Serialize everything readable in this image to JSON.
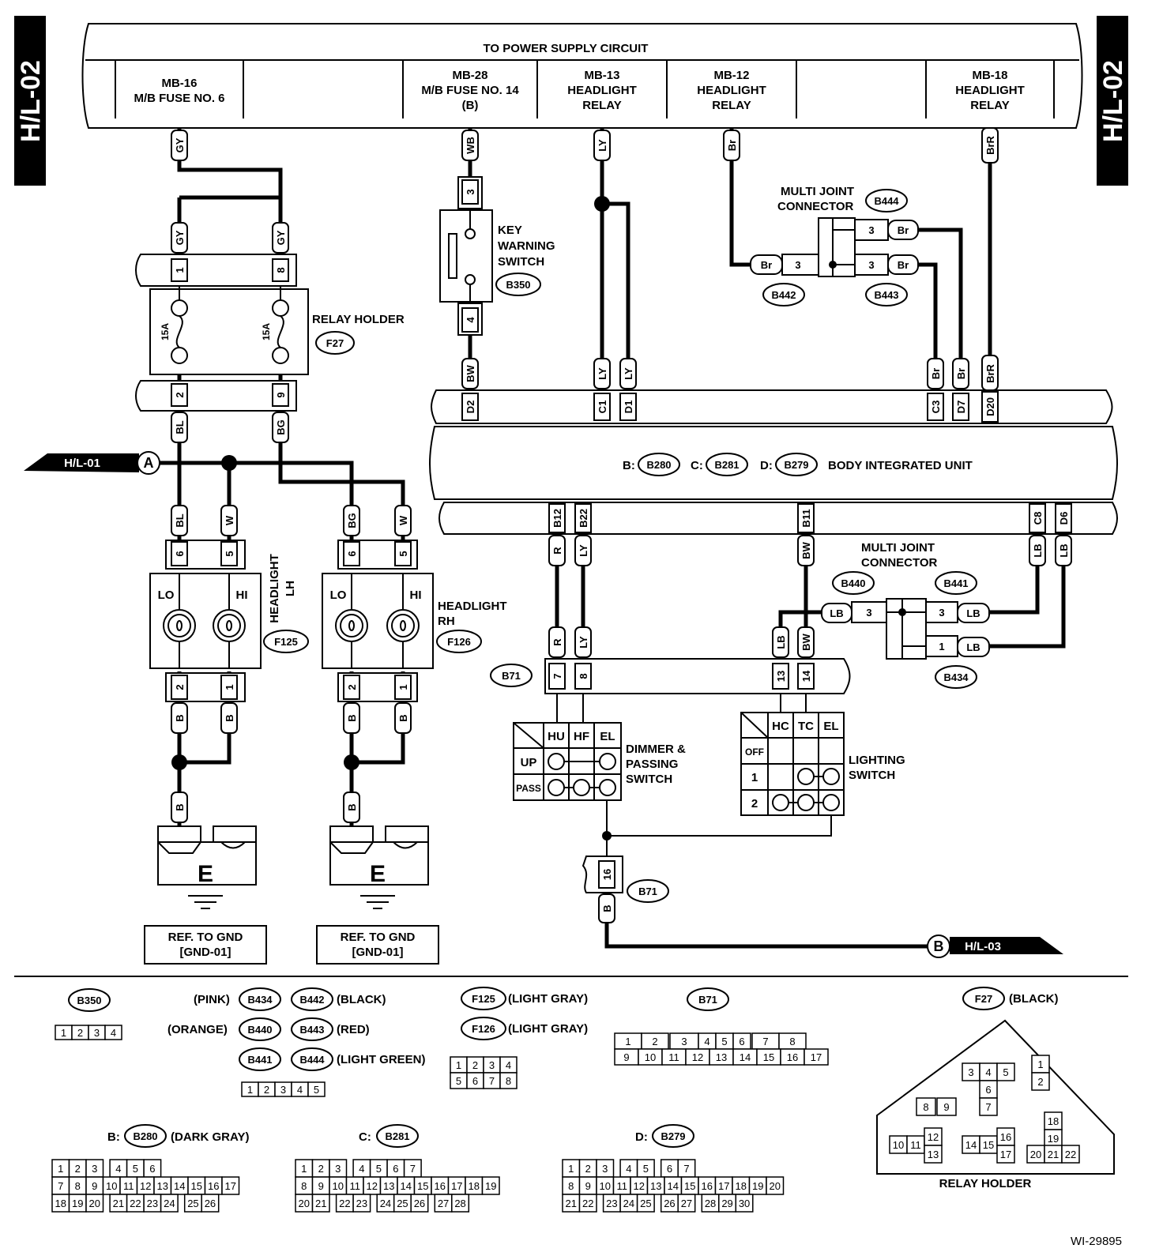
{
  "side_tabs": {
    "left": "H/L-02",
    "right": "H/L-02"
  },
  "power_supply": {
    "title": "TO POWER SUPPLY CIRCUIT",
    "fuses": [
      {
        "id": "MB-16",
        "desc1": "M/B FUSE NO. 6",
        "desc2": "",
        "desc3": ""
      },
      {
        "id": "MB-28",
        "desc1": "M/B FUSE NO. 14",
        "desc2": "(B)",
        "desc3": ""
      },
      {
        "id": "MB-13",
        "desc1": "HEADLIGHT",
        "desc2": "RELAY",
        "desc3": ""
      },
      {
        "id": "MB-12",
        "desc1": "HEADLIGHT",
        "desc2": "RELAY",
        "desc3": ""
      },
      {
        "id": "MB-18",
        "desc1": "HEADLIGHT",
        "desc2": "RELAY",
        "desc3": ""
      }
    ]
  },
  "wires": {
    "gy": "GY",
    "wb": "WB",
    "ly": "LY",
    "br": "Br",
    "brr": "BrR",
    "bw": "BW",
    "bl": "BL",
    "bg": "BG",
    "w": "W",
    "b": "B",
    "r": "R",
    "lb": "LB"
  },
  "pins": {
    "p1": "1",
    "p2": "2",
    "p3": "3",
    "p4": "4",
    "p5": "5",
    "p6": "6",
    "p7": "7",
    "p8": "8",
    "p9": "9",
    "p13": "13",
    "p14": "14",
    "p16": "16",
    "d2": "D2",
    "c1": "C1",
    "d1": "D1",
    "c3": "C3",
    "d7": "D7",
    "d20": "D20",
    "b12": "B12",
    "b22": "B22",
    "b11": "B11",
    "c8": "C8",
    "d6": "D6"
  },
  "relay_holder": {
    "label": "RELAY HOLDER",
    "id": "F27",
    "fuse": "15A"
  },
  "key_warning": {
    "line1": "KEY",
    "line2": "WARNING",
    "line3": "SWITCH",
    "id": "B350"
  },
  "multi_joint_top": {
    "line1": "MULTI JOINT",
    "line2": "CONNECTOR",
    "id": "B444",
    "b442": "B442",
    "b443": "B443"
  },
  "body_unit": {
    "b": "B:",
    "b_id": "B280",
    "c": "C:",
    "c_id": "B281",
    "d": "D:",
    "d_id": "B279",
    "label": "BODY INTEGRATED UNIT"
  },
  "refs": {
    "hl01": "H/L-01",
    "a": "A",
    "hl03": "H/L-03",
    "b": "B"
  },
  "headlight_lh": {
    "line1": "HEADLIGHT",
    "line2": "LH",
    "id": "F125",
    "lo": "LO",
    "hi": "HI"
  },
  "headlight_rh": {
    "line1": "HEADLIGHT",
    "line2": "RH",
    "id": "F126",
    "lo": "LO",
    "hi": "HI"
  },
  "ground": {
    "e": "E",
    "ref1": "REF. TO GND",
    "ref2": "[GND-01]"
  },
  "multi_joint_bottom": {
    "line1": "MULTI JOINT",
    "line2": "CONNECTOR",
    "b440": "B440",
    "b441": "B441",
    "b434": "B434"
  },
  "b71": "B71",
  "dimmer": {
    "hu": "HU",
    "hf": "HF",
    "el": "EL",
    "up": "UP",
    "pass": "PASS",
    "line1": "DIMMER &",
    "line2": "PASSING",
    "line3": "SWITCH"
  },
  "lighting": {
    "hc": "HC",
    "tc": "TC",
    "el": "EL",
    "off": "OFF",
    "r1": "1",
    "r2": "2",
    "line1": "LIGHTING",
    "line2": "SWITCH"
  },
  "legend": {
    "pink": "(PINK)",
    "black": "(BLACK)",
    "orange": "(ORANGE)",
    "red": "(RED)",
    "light_green": "(LIGHT GREEN)",
    "light_gray": "(LIGHT GRAY)",
    "dark_gray": "(DARK GRAY)",
    "relay_holder": "RELAY HOLDER"
  },
  "connector_pinouts": {
    "b350": [
      "1",
      "2",
      "3",
      "4"
    ],
    "five": [
      "1",
      "2",
      "3",
      "4",
      "5"
    ],
    "eight": [
      "1",
      "2",
      "3",
      "4",
      "5",
      "6",
      "7",
      "8"
    ],
    "b71_top": [
      "1",
      "2",
      "3",
      "4",
      "5",
      "6",
      "7",
      "8"
    ],
    "b71_bottom": [
      "9",
      "10",
      "11",
      "12",
      "13",
      "14",
      "15",
      "16",
      "17"
    ],
    "b280_rows": [
      [
        "1",
        "2",
        "3",
        "",
        "4",
        "5",
        "6"
      ],
      [
        "7",
        "8",
        "9",
        "10",
        "11",
        "12",
        "13",
        "14",
        "15",
        "16",
        "17"
      ],
      [
        "18",
        "19",
        "20",
        "",
        "21",
        "22",
        "23",
        "24",
        "",
        "25",
        "26"
      ]
    ],
    "b281_rows": [
      [
        "1",
        "2",
        "3",
        "",
        "4",
        "5",
        "6",
        "7"
      ],
      [
        "8",
        "9",
        "10",
        "11",
        "12",
        "13",
        "14",
        "15",
        "16",
        "17",
        "18",
        "19"
      ],
      [
        "20",
        "21",
        "",
        "22",
        "23",
        "",
        "24",
        "25",
        "26",
        "",
        "27",
        "28"
      ]
    ],
    "b279_rows": [
      [
        "1",
        "2",
        "3",
        "",
        "4",
        "5",
        "",
        "6",
        "7"
      ],
      [
        "8",
        "9",
        "10",
        "11",
        "12",
        "13",
        "14",
        "15",
        "16",
        "17",
        "18",
        "19",
        "20"
      ],
      [
        "21",
        "22",
        "",
        "23",
        "24",
        "25",
        "",
        "26",
        "27",
        "",
        "28",
        "29",
        "30"
      ]
    ],
    "f27": [
      "1",
      "2",
      "3",
      "4",
      "5",
      "6",
      "7",
      "8",
      "9",
      "10",
      "11",
      "12",
      "13",
      "14",
      "15",
      "16",
      "17",
      "18",
      "19",
      "20",
      "21",
      "22"
    ]
  },
  "drawing_id": "WI-29895"
}
